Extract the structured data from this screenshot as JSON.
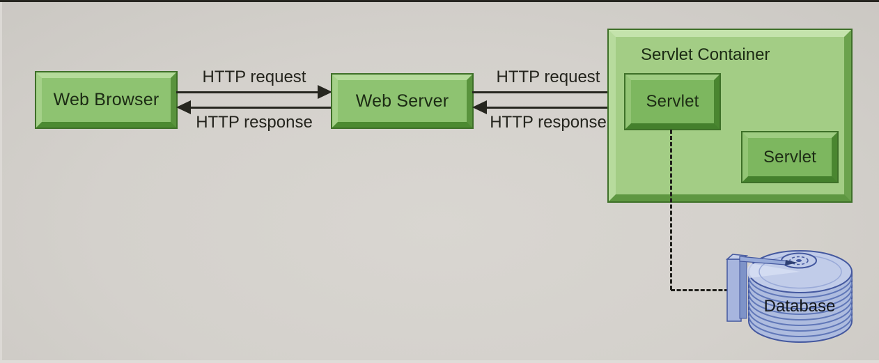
{
  "diagram": {
    "nodes": {
      "web_browser": "Web Browser",
      "web_server": "Web Server",
      "servlet_container": "Servlet Container",
      "servlet_a": "Servlet",
      "servlet_b": "Servlet",
      "database": "Database"
    },
    "edges": {
      "browser_to_server_request": "HTTP request",
      "server_to_browser_response": "HTTP response",
      "server_to_servlet_request": "HTTP request",
      "servlet_to_server_response": "HTTP response"
    },
    "colors": {
      "background": "#d4d1cc",
      "node_fill": "#8ec371",
      "container_fill": "#a3cd85",
      "servlet_fill": "#7db75f",
      "bevel_light": "#b5db9b",
      "bevel_dark": "#4c8a31",
      "node_outline": "#3e7028",
      "arrow": "#26261f",
      "database_fill": "#aebcdf",
      "database_stroke": "#44589f",
      "label_text": "#1c2b14"
    }
  }
}
